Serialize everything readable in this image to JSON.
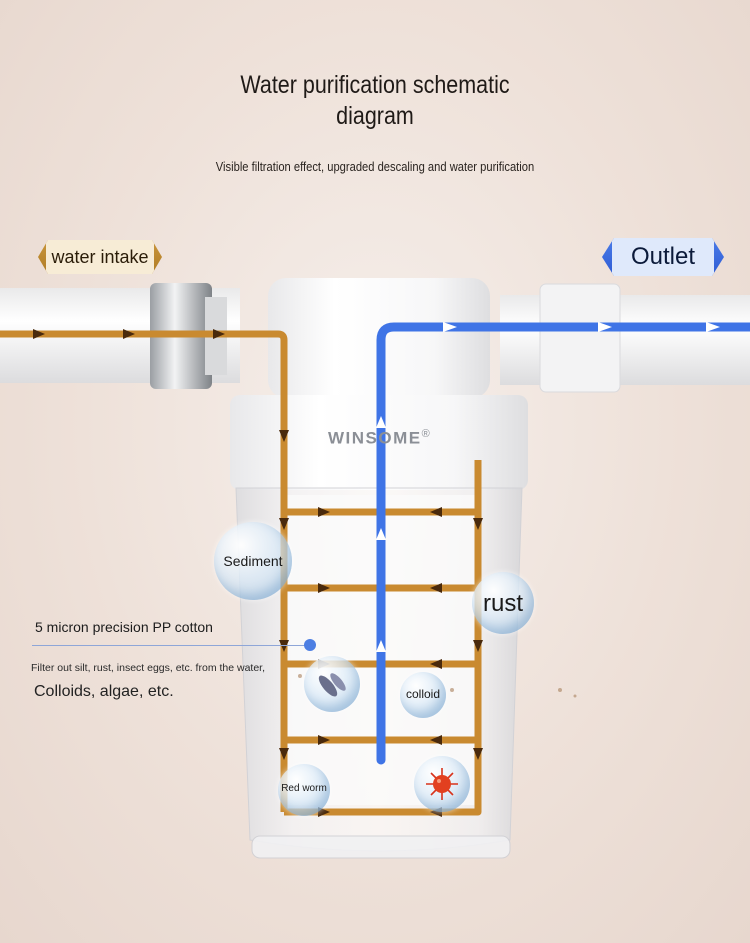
{
  "title_line1": "Water purification schematic",
  "title_line2": "diagram",
  "subtitle": "Visible filtration effect, upgraded descaling and water purification",
  "intake_label": "water intake",
  "outlet_label": "Outlet",
  "brand": "WINSOME",
  "registered_mark": "®",
  "bubbles": {
    "sediment": "Sediment",
    "rust": "rust",
    "colloid": "colloid",
    "red_worm": "Red worm"
  },
  "filter_name": "5 micron precision PP cotton",
  "filter_desc": "Filter out silt, rust, insect eggs, etc. from the water,",
  "filter_desc2": "Colloids, algae, etc.",
  "colors": {
    "inflow_pipe": "#c98a30",
    "outflow_pipe": "#3f74e6",
    "accent_blue": "#4d7fe3"
  }
}
